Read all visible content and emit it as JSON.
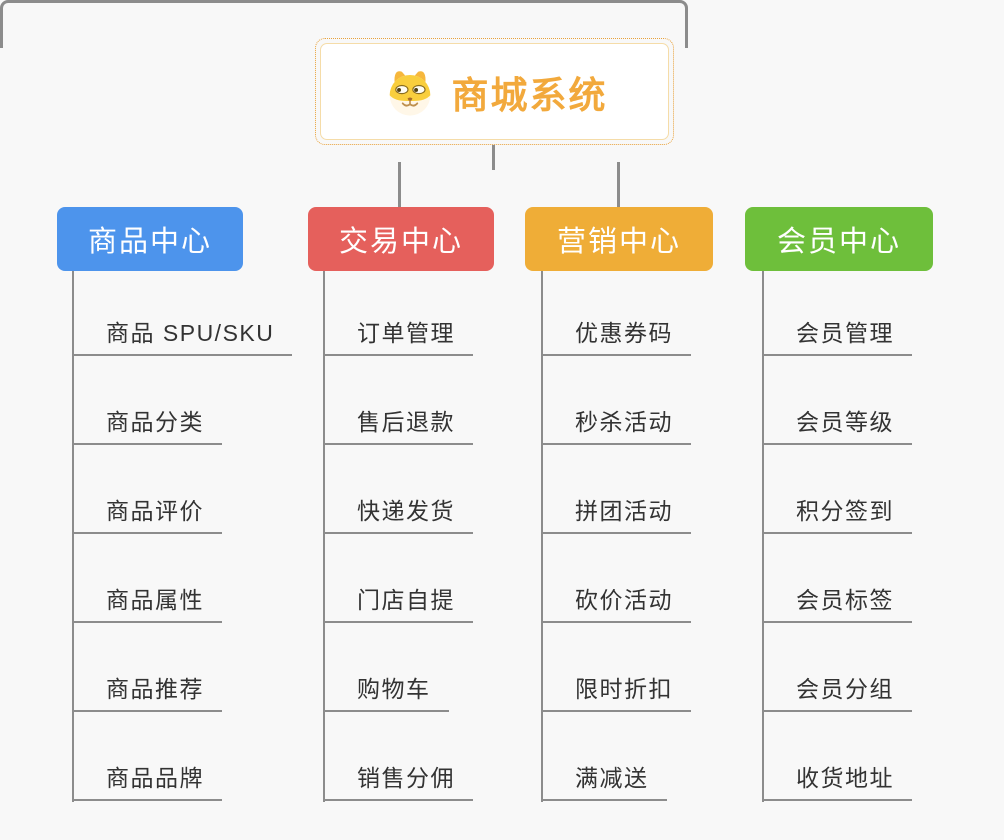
{
  "root": {
    "title": "商城系统",
    "title_color": "#F2A93C",
    "border_color": "#E9A23B",
    "icon": "dog-icon"
  },
  "connector_color": "#8C8C8C",
  "branches": [
    {
      "label": "商品中心",
      "color": "#4D94EC",
      "items": [
        "商品 SPU/SKU",
        "商品分类",
        "商品评价",
        "商品属性",
        "商品推荐",
        "商品品牌"
      ]
    },
    {
      "label": "交易中心",
      "color": "#E5605C",
      "items": [
        "订单管理",
        "售后退款",
        "快递发货",
        "门店自提",
        "购物车",
        "销售分佣"
      ]
    },
    {
      "label": "营销中心",
      "color": "#EFAD37",
      "items": [
        "优惠券码",
        "秒杀活动",
        "拼团活动",
        "砍价活动",
        "限时折扣",
        "满减送"
      ]
    },
    {
      "label": "会员中心",
      "color": "#6EBF3B",
      "items": [
        "会员管理",
        "会员等级",
        "积分签到",
        "会员标签",
        "会员分组",
        "收货地址"
      ]
    }
  ]
}
